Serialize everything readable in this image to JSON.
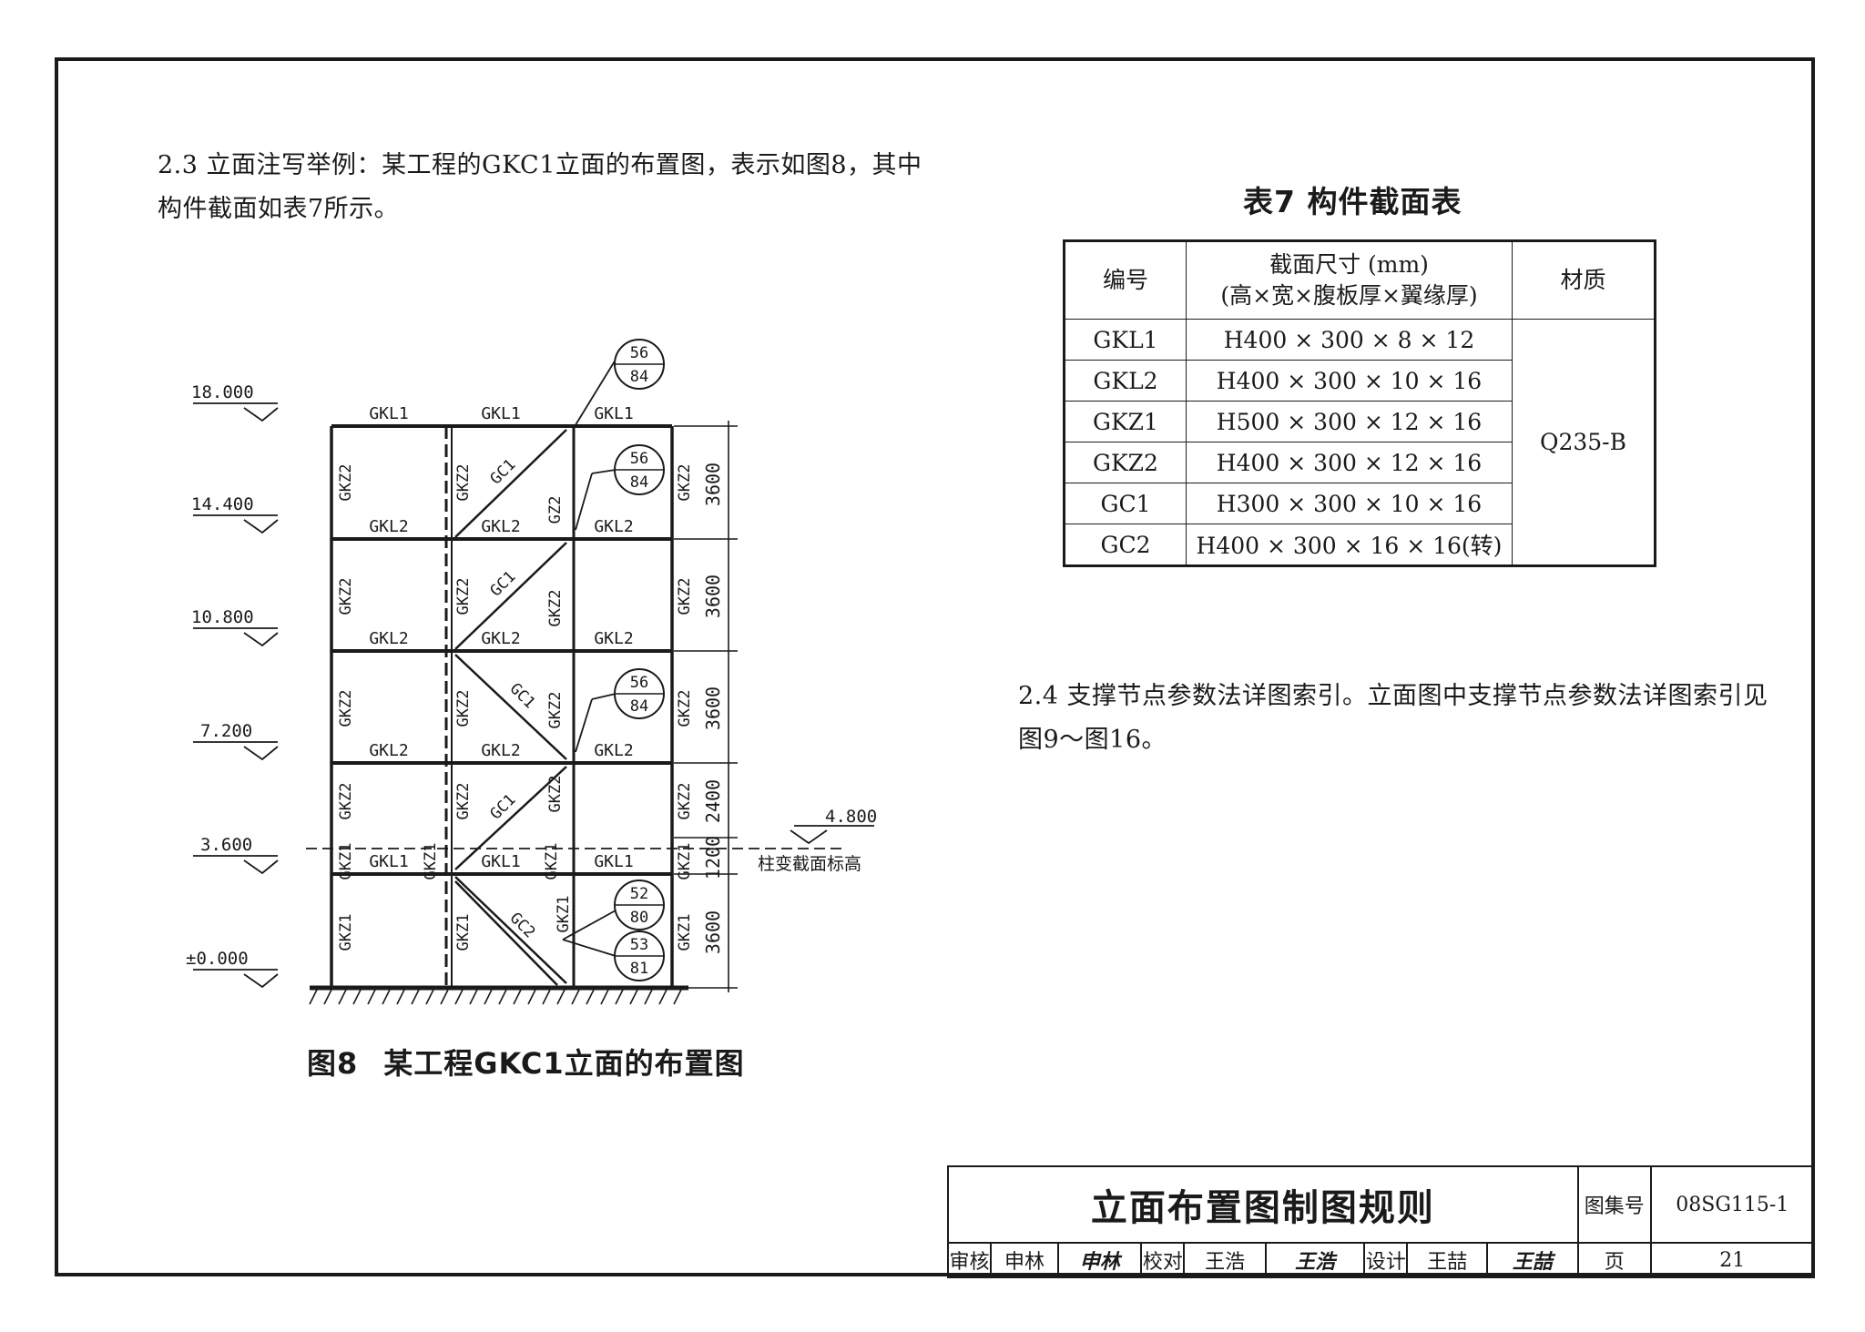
{
  "text": {
    "para_2_3": "2.3 立面注写举例：某工程的GKC1立面的布置图，表示如图8，其中构件截面如表7所示。",
    "para_2_4": "2.4 支撑节点参数法详图索引。立面图中支撑节点参数法详图索引见图9～图16。"
  },
  "table7": {
    "title": "表7 构件截面表",
    "headers": {
      "col1": "编号",
      "col2_line1": "截面尺寸 (mm)",
      "col2_line2": "(高×宽×腹板厚×翼缘厚)",
      "col3": "材质"
    },
    "rows": [
      {
        "id": "GKL1",
        "size": "H400 × 300 ×  8 × 12"
      },
      {
        "id": "GKL2",
        "size": "H400 × 300 × 10 × 16"
      },
      {
        "id": "GKZ1",
        "size": "H500 × 300 × 12 × 16"
      },
      {
        "id": "GKZ2",
        "size": "H400 × 300 × 12 × 16"
      },
      {
        "id": "GC1",
        "size": "H300 × 300 × 10 × 16"
      },
      {
        "id": "GC2",
        "size": "H400 × 300 × 16 × 16(转)"
      }
    ],
    "material": "Q235-B"
  },
  "figure8": {
    "caption_num": "图8",
    "caption_text": "某工程GKC1立面的布置图",
    "levels": [
      "18.000",
      "14.400",
      "10.800",
      "7.200",
      "3.600",
      "±0.000"
    ],
    "extra_level": "4.800",
    "extra_level_note": "柱变截面标高",
    "dims": [
      "3600",
      "3600",
      "3600",
      "2400",
      "1200",
      "3600"
    ],
    "beam_rows": [
      [
        "GKL1",
        "GKL1",
        "GKL1"
      ],
      [
        "GKL2",
        "GKL2",
        "GKL2"
      ],
      [
        "GKL2",
        "GKL2",
        "GKL2"
      ],
      [
        "GKL2",
        "GKL2",
        "GKL2"
      ],
      [
        "GKL1",
        "GKL1",
        "GKL1"
      ]
    ],
    "col_gkz2": "GKZ2",
    "col_gkz1": "GKZ1",
    "col_gz2": "GZ2",
    "brace_gc1": "GC1",
    "brace_gc2": "GC2",
    "index_circles": [
      {
        "top": "56",
        "bottom": "84"
      },
      {
        "top": "56",
        "bottom": "84"
      },
      {
        "top": "56",
        "bottom": "84"
      },
      {
        "top": "52",
        "bottom": "80"
      },
      {
        "top": "53",
        "bottom": "81"
      }
    ]
  },
  "title_block": {
    "title": "立面布置图制图规则",
    "atlas_label": "图集号",
    "atlas_no": "08SG115-1",
    "review_label": "审核",
    "reviewer": "申林",
    "reviewer_sig": "申林",
    "check_label": "校对",
    "checker": "王浩",
    "checker_sig": "王浩",
    "design_label": "设计",
    "designer": "王喆",
    "designer_sig": "王喆",
    "page_label": "页",
    "page_no": "21"
  }
}
